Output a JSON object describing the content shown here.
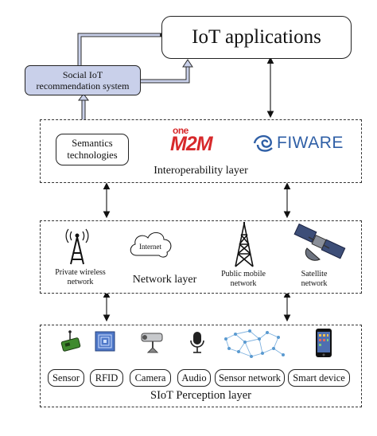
{
  "iot_applications": "IoT applications",
  "recommendation_system": "Social IoT recommendation system",
  "interoperability": {
    "label": "Interoperability layer",
    "semantics": "Semantics technologies",
    "onem2m_top": "one",
    "onem2m_bottom": "M2M",
    "fiware": "FIWARE"
  },
  "network": {
    "label": "Network layer",
    "private_wireless": "Private wireless network",
    "internet": "Internet",
    "public_mobile": "Public mobile network",
    "satellite": "Satellite network"
  },
  "perception": {
    "label": "SIoT Perception layer",
    "devices": [
      "Sensor",
      "RFID",
      "Camera",
      "Audio",
      "Sensor network",
      "Smart device"
    ]
  },
  "colors": {
    "rec_fill": "#c9d0ea",
    "onem2m_red": "#d7292b",
    "fiware_blue": "#2f5fa6"
  }
}
